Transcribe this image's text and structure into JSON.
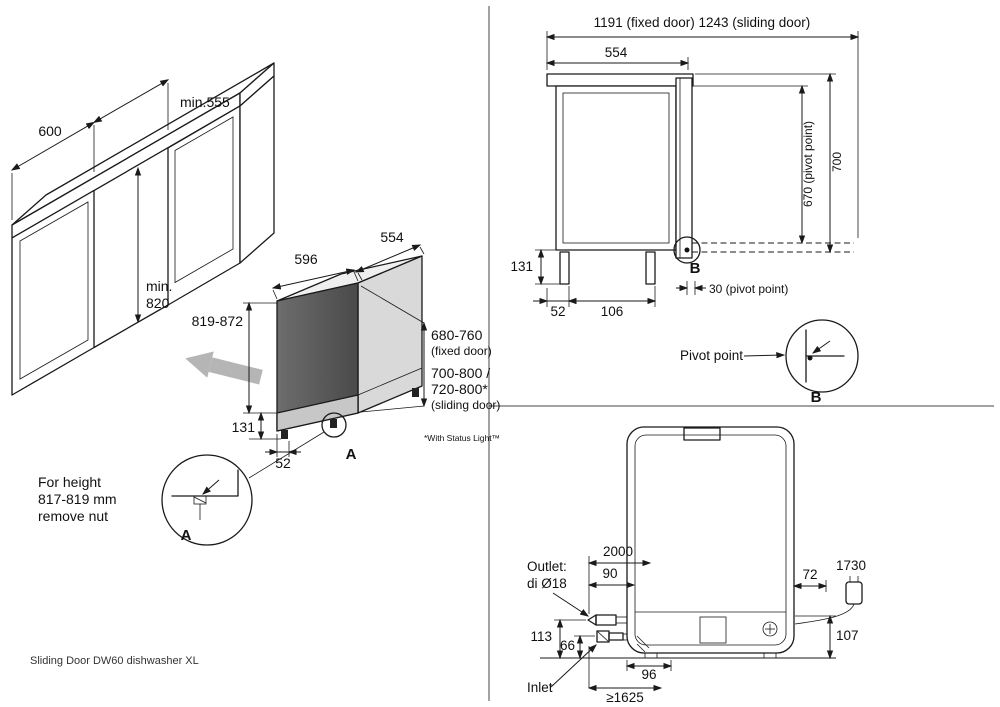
{
  "caption": "Sliding Door DW60 dishwasher XL",
  "install_view": {
    "cabinet_width": "600",
    "opening_width": "min.555",
    "opening_height_l1": "min.",
    "opening_height_l2": "820",
    "dw_width": "596",
    "dw_depth": "554",
    "dw_height": "819-872",
    "plinth_height": "131",
    "foot_offset": "52",
    "detail_ref": "A",
    "fixed_door_range": "680-760",
    "fixed_door_note": "(fixed door)",
    "sliding_door_range_1": "700-800 /",
    "sliding_door_range_2": "720-800*",
    "sliding_door_note": "(sliding door)",
    "status_footnote": "*With Status Light™",
    "detail_a_l1": "For height",
    "detail_a_l2": "817-819 mm",
    "detail_a_l3": "remove nut",
    "detail_a_label": "A"
  },
  "side_view": {
    "total_width": "1191 (fixed door) 1243 (sliding door)",
    "depth": "554",
    "plinth_height": "131",
    "rear_foot_offset": "52",
    "foot_spacing": "106",
    "pivot_height": "670 (pivot point)",
    "total_height": "700",
    "detail_ref": "B",
    "pivot_offset": "30 (pivot point)",
    "pivot_label": "Pivot point",
    "detail_b_label": "B"
  },
  "rear_view": {
    "drain_hose_length": "2000",
    "hose_offset": "90",
    "cord_offset": "72",
    "cord_length": "1730",
    "outlet_l1": "Outlet:",
    "outlet_l2": "di Ø18",
    "outlet_height": "113",
    "inlet_height": "66",
    "connection_offset": "96",
    "inlet_hose_length": "≥1625",
    "inlet_label": "Inlet",
    "cord_height": "107"
  }
}
